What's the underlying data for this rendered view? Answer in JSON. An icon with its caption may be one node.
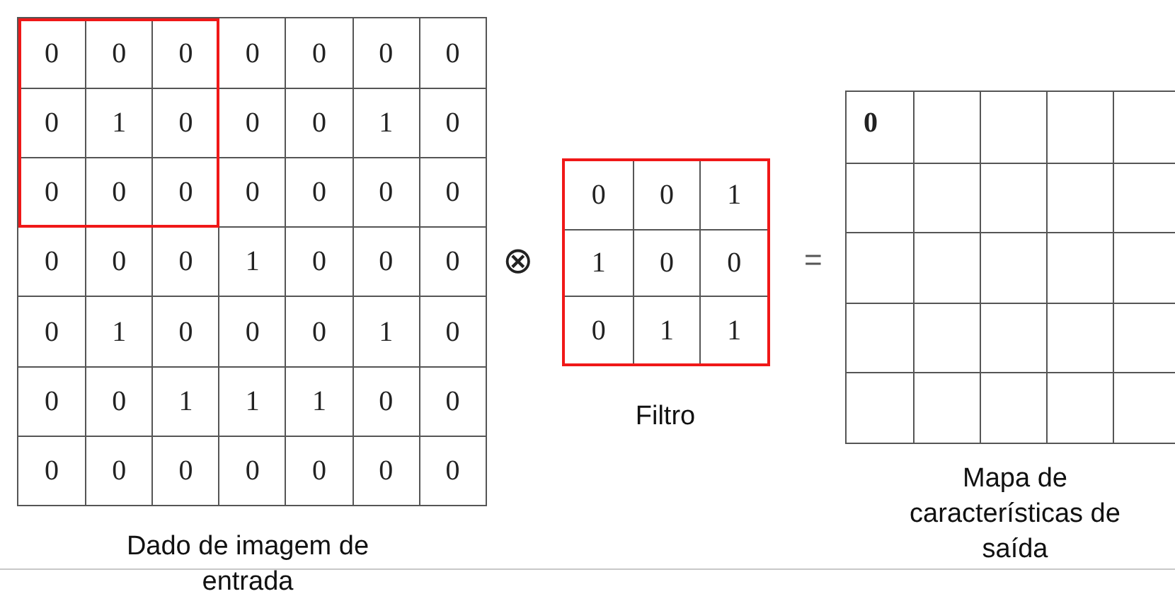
{
  "diagram": {
    "nodes": [
      {
        "text": [],
        "shape": "box",
        "beside": [
          "Dado de imagem de entrada"
        ]
      },
      {
        "text": [],
        "shape": "box",
        "in": 0
      },
      {
        "text": [],
        "shape": "box",
        "beside": [
          "Filtro"
        ]
      },
      {
        "text": [],
        "shape": "box",
        "beside": [
          "Mapa de características de saída"
        ]
      }
    ],
    "edges": [],
    "labels": [
      "0",
      "0",
      "0",
      "0",
      "0",
      "0",
      "0",
      "0",
      "1",
      "0",
      "0",
      "0",
      "1",
      "0",
      "0",
      "0",
      "0",
      "0",
      "0",
      "0",
      "0",
      "0",
      "0",
      "0",
      "1",
      "0",
      "0",
      "0",
      "0",
      "1",
      "0",
      "0",
      "0",
      "1",
      "0",
      "0",
      "0",
      "1",
      "1",
      "1",
      "0",
      "0",
      "0",
      "0",
      "0",
      "0",
      "0",
      "0",
      "0",
      "⊗",
      "0",
      "0",
      "1",
      "1",
      "0",
      "0",
      "0",
      "1",
      "1",
      "=",
      "0"
    ]
  }
}
